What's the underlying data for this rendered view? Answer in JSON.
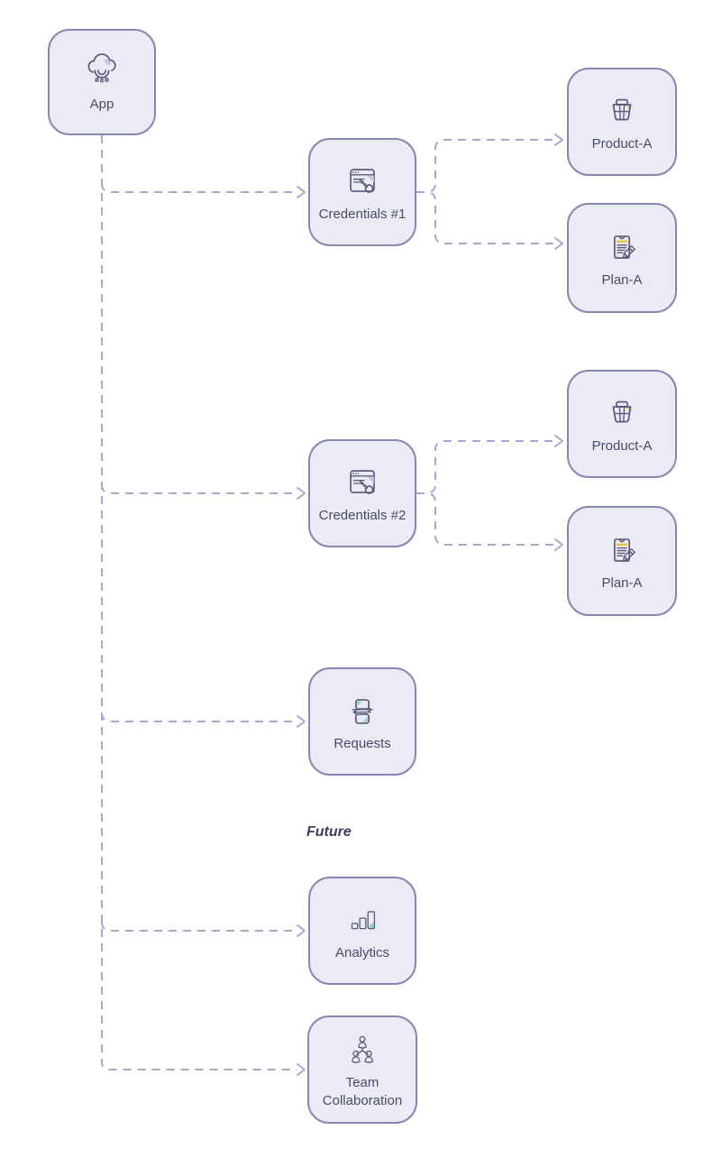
{
  "diagram": {
    "annotations": {
      "future_label": "Future"
    },
    "nodes": {
      "app": {
        "label": "App",
        "icon": "cloud-app-icon"
      },
      "credentials1": {
        "label": "Credentials #1",
        "icon": "credentials-key-icon"
      },
      "credentials2": {
        "label": "Credentials #2",
        "icon": "credentials-key-icon"
      },
      "product_a_1": {
        "label": "Product-A",
        "icon": "product-basket-icon"
      },
      "plan_a_1": {
        "label": "Plan-A",
        "icon": "plan-clipboard-icon"
      },
      "product_a_2": {
        "label": "Product-A",
        "icon": "product-basket-icon"
      },
      "plan_a_2": {
        "label": "Plan-A",
        "icon": "plan-clipboard-icon"
      },
      "requests": {
        "label": "Requests",
        "icon": "requests-sync-icon"
      },
      "analytics": {
        "label": "Analytics",
        "icon": "analytics-bars-icon"
      },
      "team_collaboration": {
        "label": "Team Collaboration",
        "icon": "team-people-icon"
      }
    },
    "edges": [
      {
        "from": "app",
        "to": "credentials1"
      },
      {
        "from": "app",
        "to": "credentials2"
      },
      {
        "from": "app",
        "to": "requests"
      },
      {
        "from": "app",
        "to": "analytics"
      },
      {
        "from": "app",
        "to": "team_collaboration"
      },
      {
        "from": "credentials1",
        "to": "product_a_1"
      },
      {
        "from": "credentials1",
        "to": "plan_a_1"
      },
      {
        "from": "credentials2",
        "to": "product_a_2"
      },
      {
        "from": "credentials2",
        "to": "plan_a_2"
      }
    ],
    "colors": {
      "node_fill": "#ebebf6",
      "node_border": "#8886b2",
      "edge": "#a7a6cf",
      "label_text": "#4b4a67",
      "icon_outline": "#5c5b7c",
      "accent_yellow": "#f0c24b",
      "accent_teal": "#8ed8bc",
      "accent_pink": "#f2959c",
      "accent_lavender": "#c6c4e2"
    }
  }
}
